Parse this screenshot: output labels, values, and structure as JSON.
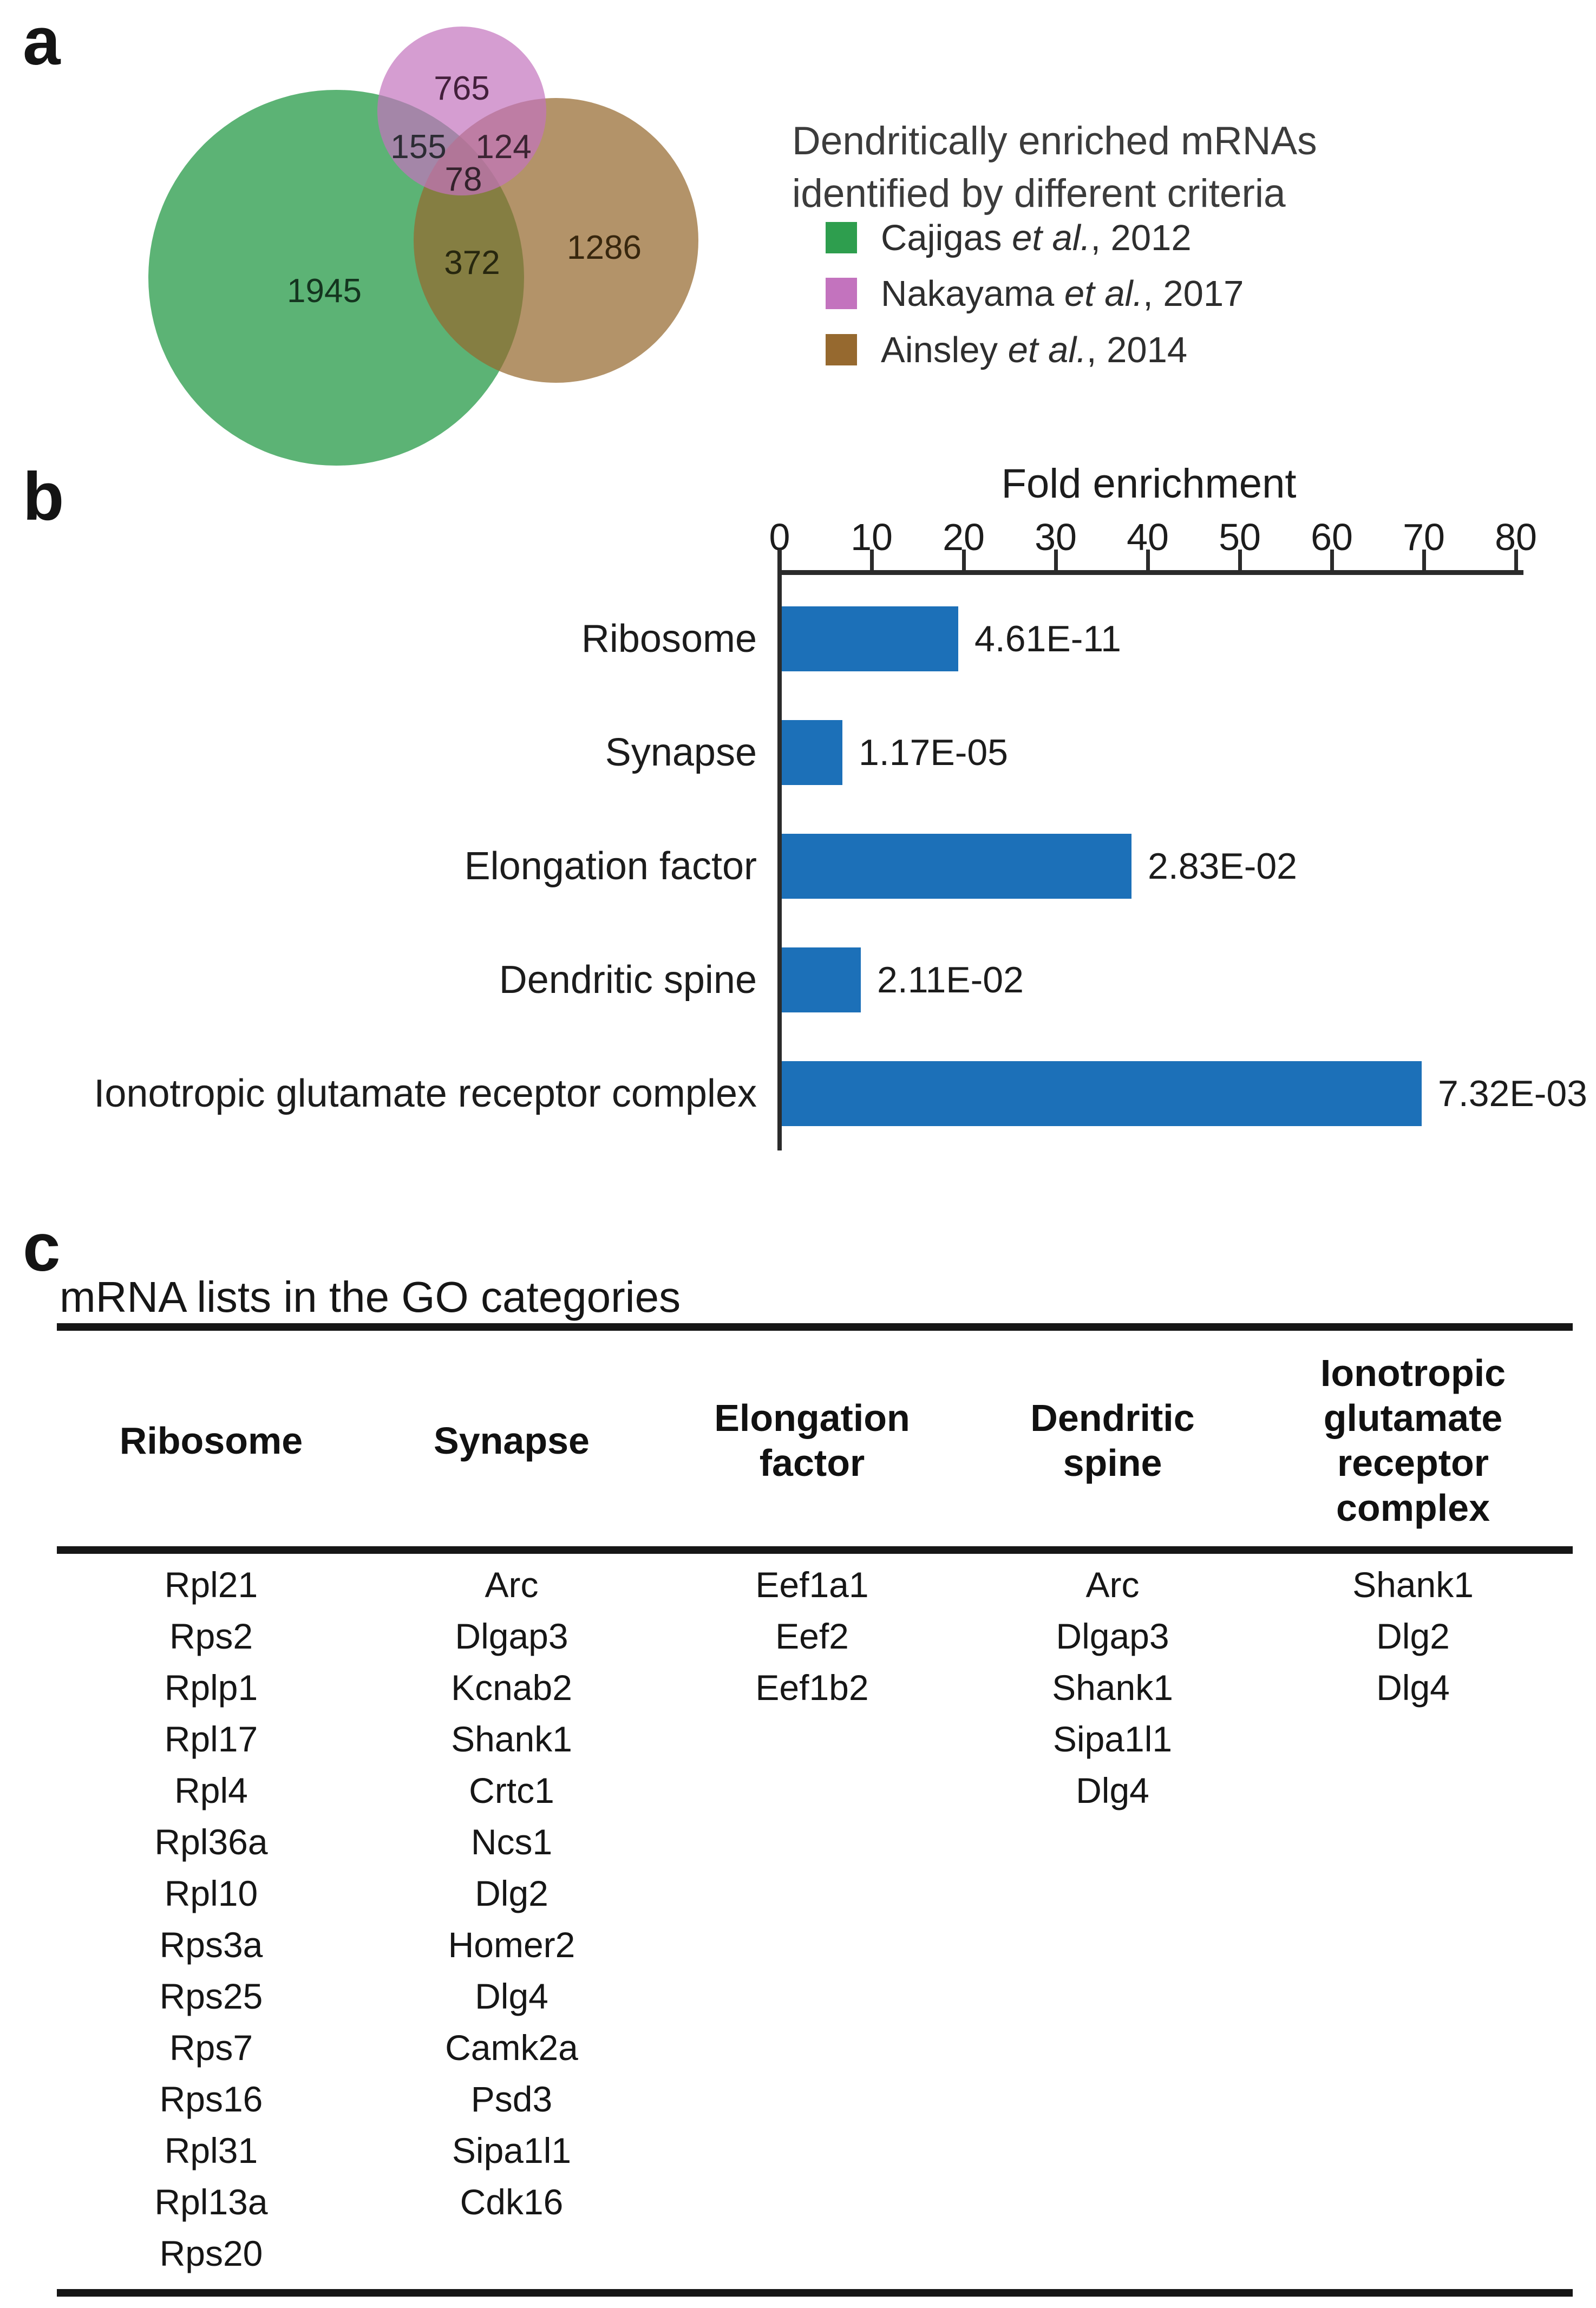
{
  "panel_letters": {
    "a": "a",
    "b": "b",
    "c": "c"
  },
  "venn": {
    "legend_title_line1": "Dendritically enriched mRNAs",
    "legend_title_line2": "identified by different criteria",
    "legend_items": [
      {
        "name": "Cajigas ",
        "etal": "et al.",
        "year": ", 2012",
        "color": "#2E9E4E"
      },
      {
        "name": "Nakayama ",
        "etal": "et al.",
        "year": ", 2017",
        "color": "#C373BE"
      },
      {
        "name": "Ainsley ",
        "etal": "et al.",
        "year": ", 2014",
        "color": "#96692F"
      }
    ],
    "counts": {
      "cajigas_only": "1945",
      "nakayama_only": "765",
      "ainsley_only": "1286",
      "cajigas_nakayama": "155",
      "nakayama_ainsley": "124",
      "cajigas_ainsley": "372",
      "all_three": "78"
    },
    "colors": {
      "cajigas": "#2E9E4E",
      "nakayama": "#C373BE",
      "ainsley": "#96692F"
    }
  },
  "chart_data": {
    "type": "bar",
    "orientation": "horizontal",
    "title": "Fold enrichment",
    "categories": [
      "Ribosome",
      "Synapse",
      "Elongation factor",
      "Dendritic spine",
      "Ionotropic glutamate receptor complex"
    ],
    "values": [
      19.2,
      6.6,
      38.0,
      8.6,
      69.5
    ],
    "value_labels": [
      "4.61E-11",
      "1.17E-05",
      "2.83E-02",
      "2.11E-02",
      "7.32E-03"
    ],
    "xlabel": "Fold enrichment",
    "ylabel": "",
    "xlim": [
      0,
      80
    ],
    "xticks": [
      0,
      10,
      20,
      30,
      40,
      50,
      60,
      70,
      80
    ],
    "grid": false,
    "legend_position": "none",
    "bar_color": "#1C70B8"
  },
  "table": {
    "title": "mRNA lists in the GO categories",
    "columns": [
      {
        "header": "Ribosome",
        "items": [
          "Rpl21",
          "Rps2",
          "Rplp1",
          "Rpl17",
          "Rpl4",
          "Rpl36a",
          "Rpl10",
          "Rps3a",
          "Rps25",
          "Rps7",
          "Rps16",
          "Rpl31",
          "Rpl13a",
          "Rps20"
        ]
      },
      {
        "header": "Synapse",
        "items": [
          "Arc",
          "Dlgap3",
          "Kcnab2",
          "Shank1",
          "Crtc1",
          "Ncs1",
          "Dlg2",
          "Homer2",
          "Dlg4",
          "Camk2a",
          "Psd3",
          "Sipa1l1",
          "Cdk16"
        ]
      },
      {
        "header": "Elongation\nfactor",
        "items": [
          "Eef1a1",
          "Eef2",
          "Eef1b2"
        ]
      },
      {
        "header": "Dendritic\nspine",
        "items": [
          "Arc",
          "Dlgap3",
          "Shank1",
          "Sipa1l1",
          "Dlg4"
        ]
      },
      {
        "header": "Ionotropic\nglutamate\nreceptor\ncomplex",
        "items": [
          "Shank1",
          "Dlg2",
          "Dlg4"
        ]
      }
    ]
  }
}
